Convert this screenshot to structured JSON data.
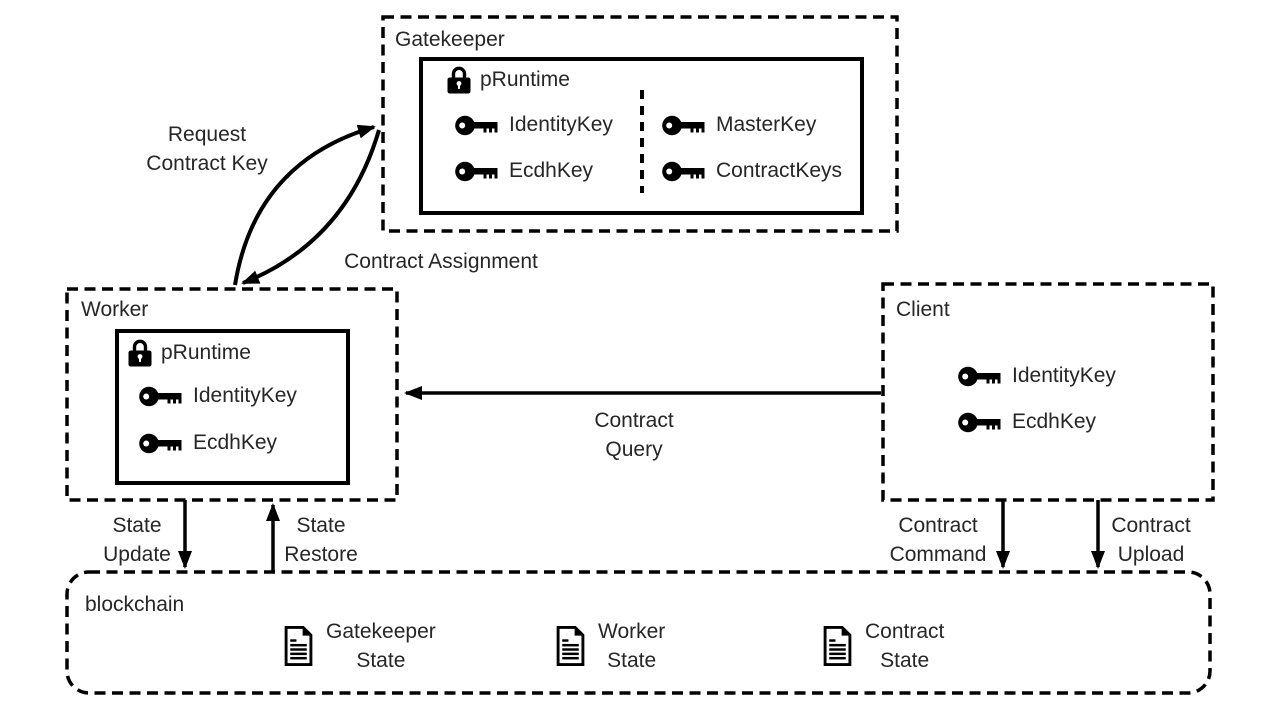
{
  "gatekeeper": {
    "title": "Gatekeeper",
    "enclave_label": "pRuntime",
    "keys_left": [
      "IdentityKey",
      "EcdhKey"
    ],
    "keys_right": [
      "MasterKey",
      "ContractKeys"
    ]
  },
  "worker": {
    "title": "Worker",
    "enclave_label": "pRuntime",
    "keys": [
      "IdentityKey",
      "EcdhKey"
    ]
  },
  "client": {
    "title": "Client",
    "keys": [
      "IdentityKey",
      "EcdhKey"
    ]
  },
  "blockchain": {
    "title": "blockchain",
    "items": [
      [
        "Gatekeeper",
        "State"
      ],
      [
        "Worker",
        "State"
      ],
      [
        "Contract",
        "State"
      ]
    ]
  },
  "arrows": {
    "request_contract_key": [
      "Request",
      "Contract Key"
    ],
    "contract_assignment": "Contract Assignment",
    "contract_query": [
      "Contract",
      "Query"
    ],
    "state_update": [
      "State",
      "Update"
    ],
    "state_restore": [
      "State",
      "Restore"
    ],
    "contract_command": [
      "Contract",
      "Command"
    ],
    "contract_upload": [
      "Contract",
      "Upload"
    ]
  },
  "icons": {
    "lock": "lock-icon",
    "key": "key-icon",
    "document": "document-icon"
  },
  "colors": {
    "ink": "#000000",
    "text": "#262626",
    "background": "#ffffff"
  }
}
